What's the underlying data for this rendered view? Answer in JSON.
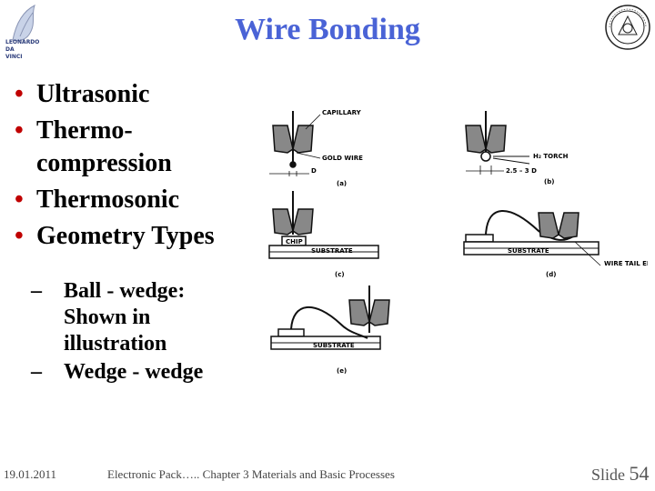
{
  "slide": {
    "title": "Wire Bonding",
    "bullets": [
      "Ultrasonic",
      "Thermo-compression",
      "Thermosonic",
      "Geometry Types"
    ],
    "sub_bullets": [
      "Ball - wedge: Shown in illustration",
      "Wedge - wedge"
    ],
    "bullet_glyph": "•",
    "dash_glyph": "–",
    "accent_color": "#4a63d6",
    "bullet_color": "#c00000"
  },
  "logo_left": {
    "text": "LEONARDO DA VINCI"
  },
  "illustration": {
    "labels": {
      "capillary": "CAPILLARY",
      "gold_wire": "GOLD WIRE",
      "d": "D",
      "a": "(a)",
      "h2_torch": "H₂ TORCH",
      "spacing": "2.5 – 3 D",
      "b": "(b)",
      "chip": "CHIP",
      "substrate": "SUBSTRATE",
      "c": "(c)",
      "wire_tail": "WIRE TAIL END",
      "d_label": "(d)",
      "e": "(e)"
    }
  },
  "footer": {
    "date": "19.01.2011",
    "center": "Electronic Pack….. Chapter 3 Materials and Basic Processes",
    "slide_label": "Slide",
    "slide_number": "54"
  }
}
